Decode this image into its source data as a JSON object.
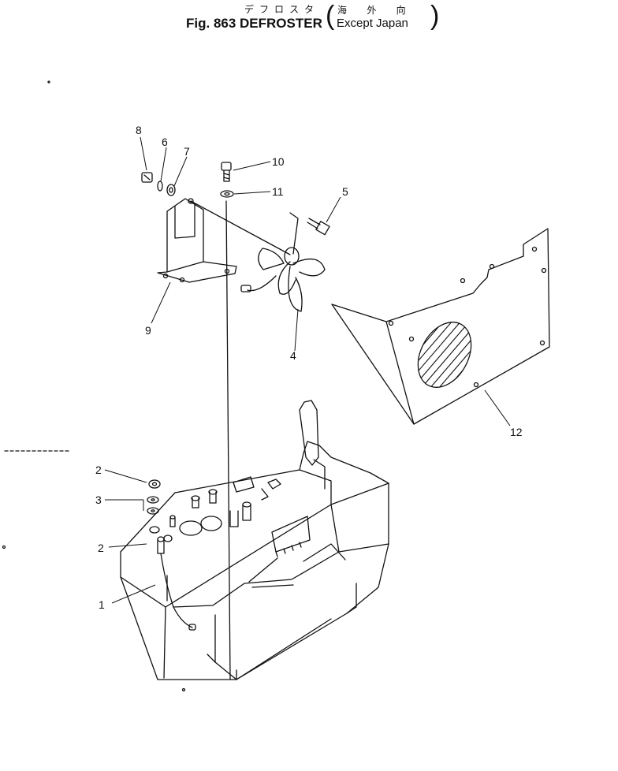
{
  "header": {
    "figure_label": "Fig. 863 DEFROSTER",
    "title_kana": "デフロスタ",
    "region_ja": "海 外 向",
    "region_en": "Except Japan"
  },
  "callouts": [
    "1",
    "2",
    "2",
    "3",
    "4",
    "5",
    "6",
    "7",
    "8",
    "9",
    "10",
    "11",
    "12"
  ]
}
